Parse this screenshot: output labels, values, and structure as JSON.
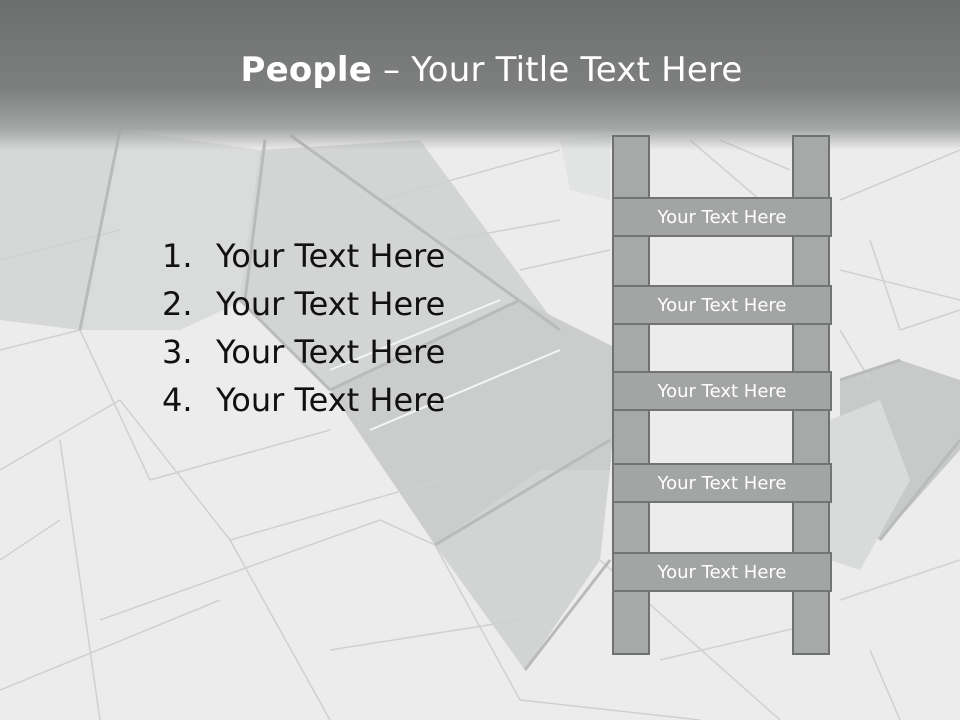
{
  "slide": {
    "title_bold": "People",
    "title_rest": " – Your Title Text Here",
    "list": [
      {
        "number": "1.",
        "text": "Your Text Here"
      },
      {
        "number": "2.",
        "text": "Your Text Here"
      },
      {
        "number": "3.",
        "text": "Your Text Here"
      },
      {
        "number": "4.",
        "text": "Your Text Here"
      }
    ],
    "ladder_rungs": [
      "Your Text Here",
      "Your Text Here",
      "Your Text Here",
      "Your Text Here",
      "Your Text Here"
    ]
  },
  "colors": {
    "header": "#7e7f7f",
    "ladder_fill": "#a7a8a8",
    "ladder_border": "#6f7070",
    "list_text": "#111111",
    "title_text": "#ffffff"
  }
}
